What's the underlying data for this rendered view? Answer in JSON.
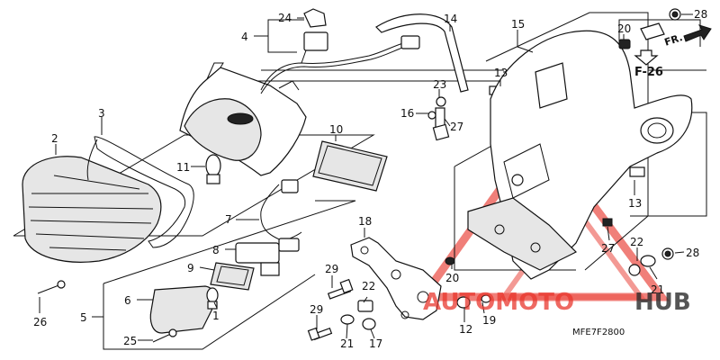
{
  "diagram_code": "MFE7F2800",
  "reference": "F-26",
  "direction_label": "FR.",
  "watermark": {
    "text_a": "AUTOMOTO",
    "text_b": "HUB"
  },
  "colors": {
    "line": "#111111",
    "watermark_red": "#e8372d",
    "watermark_dark": "#2a2a2a"
  },
  "callouts": [
    "24",
    "4",
    "14",
    "15",
    "20",
    "28",
    "13",
    "23",
    "16",
    "27",
    "2",
    "3",
    "11",
    "10",
    "18",
    "13",
    "7",
    "8",
    "9",
    "27",
    "22",
    "28",
    "29",
    "20",
    "21",
    "6",
    "1",
    "22",
    "19",
    "5",
    "29",
    "21",
    "17",
    "12",
    "25",
    "26"
  ]
}
